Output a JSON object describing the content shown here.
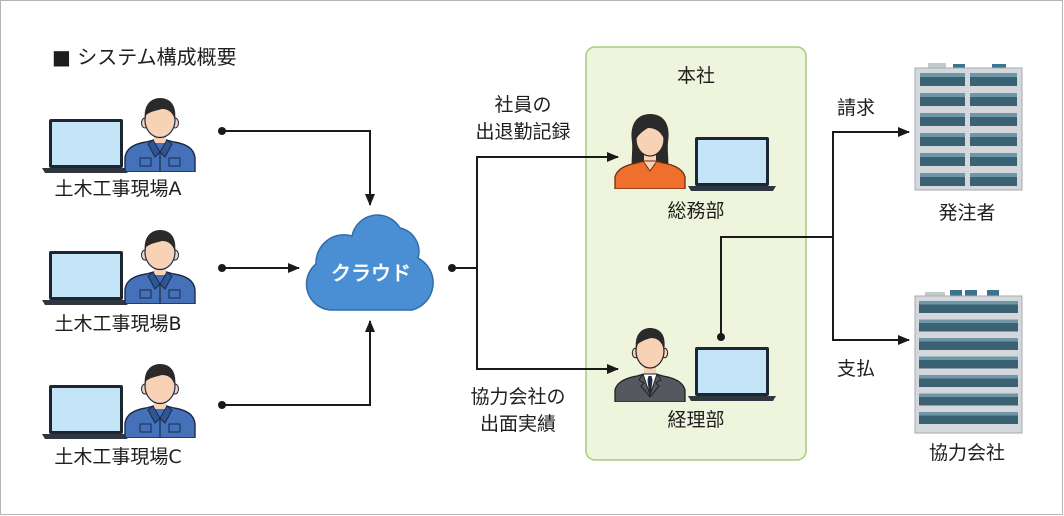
{
  "title": "■ システム構成概要",
  "sites": [
    {
      "label": "土木工事現場A"
    },
    {
      "label": "土木工事現場B"
    },
    {
      "label": "土木工事現場C"
    }
  ],
  "cloud": {
    "label": "クラウド"
  },
  "flows": {
    "to_general_affairs": [
      "社員の",
      "出退勤記録"
    ],
    "to_accounting": [
      "協力会社の",
      "出面実績"
    ],
    "billing": "請求",
    "payment": "支払"
  },
  "headquarters": {
    "label": "本社",
    "departments": [
      {
        "label": "総務部"
      },
      {
        "label": "経理部"
      }
    ]
  },
  "external": [
    {
      "label": "発注者"
    },
    {
      "label": "協力会社"
    }
  ],
  "icons": {
    "site_device": "laptop-icon",
    "site_person": "construction-worker-icon",
    "cloud": "cloud-icon",
    "general_affairs_person": "office-worker-female-icon",
    "accounting_person": "office-worker-male-icon",
    "office_device": "laptop-icon",
    "building": "office-building-icon"
  },
  "colors": {
    "cloud": "#4a8fd3",
    "headquarters_fill": "#eef5dc",
    "headquarters_border": "#a7ca7e",
    "connector": "#1a1a1a"
  }
}
